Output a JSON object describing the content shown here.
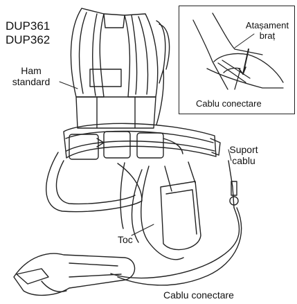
{
  "models": [
    "DUP361",
    "DUP362"
  ],
  "labels": {
    "harness": [
      "Ham",
      "standard"
    ],
    "holster": "Toc",
    "cable_support": [
      "Suport",
      "cablu"
    ],
    "connection_cable": "Cablu conectare"
  },
  "inset": {
    "arm_attachment": [
      "Atașament",
      "braț"
    ],
    "connection_cable": "Cablu conectare"
  }
}
